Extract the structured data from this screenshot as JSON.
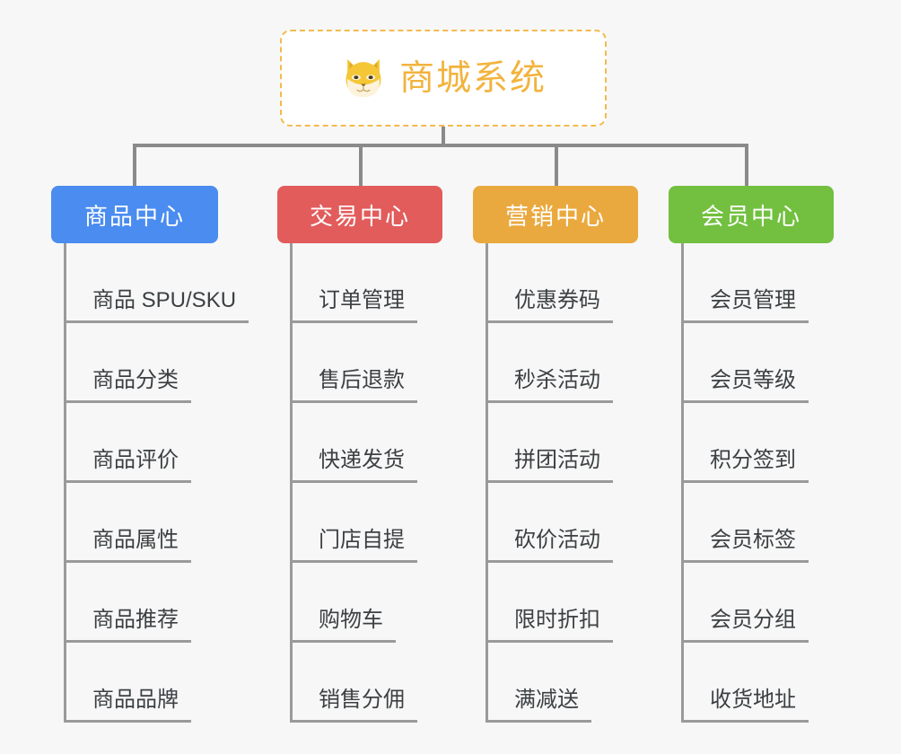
{
  "root": {
    "title": "商城系统",
    "icon": "shiba-dog-face-icon",
    "border_color": "#f3ba4e",
    "text_color": "#f2b33d",
    "background": "#ffffff"
  },
  "canvas": {
    "background": "#f7f7f7",
    "connector_color": "#8a8a8a",
    "leaf_line_color": "#9a9a9a"
  },
  "branches": [
    {
      "label": "商品中心",
      "color": "#4a8cf0",
      "items": [
        "商品 SPU/SKU",
        "商品分类",
        "商品评价",
        "商品属性",
        "商品推荐",
        "商品品牌"
      ]
    },
    {
      "label": "交易中心",
      "color": "#e25c5c",
      "items": [
        "订单管理",
        "售后退款",
        "快递发货",
        "门店自提",
        "购物车",
        "销售分佣"
      ]
    },
    {
      "label": "营销中心",
      "color": "#eaa93f",
      "items": [
        "优惠券码",
        "秒杀活动",
        "拼团活动",
        "砍价活动",
        "限时折扣",
        "满减送"
      ]
    },
    {
      "label": "会员中心",
      "color": "#73c040",
      "items": [
        "会员管理",
        "会员等级",
        "积分签到",
        "会员标签",
        "会员分组",
        "收货地址"
      ]
    }
  ]
}
